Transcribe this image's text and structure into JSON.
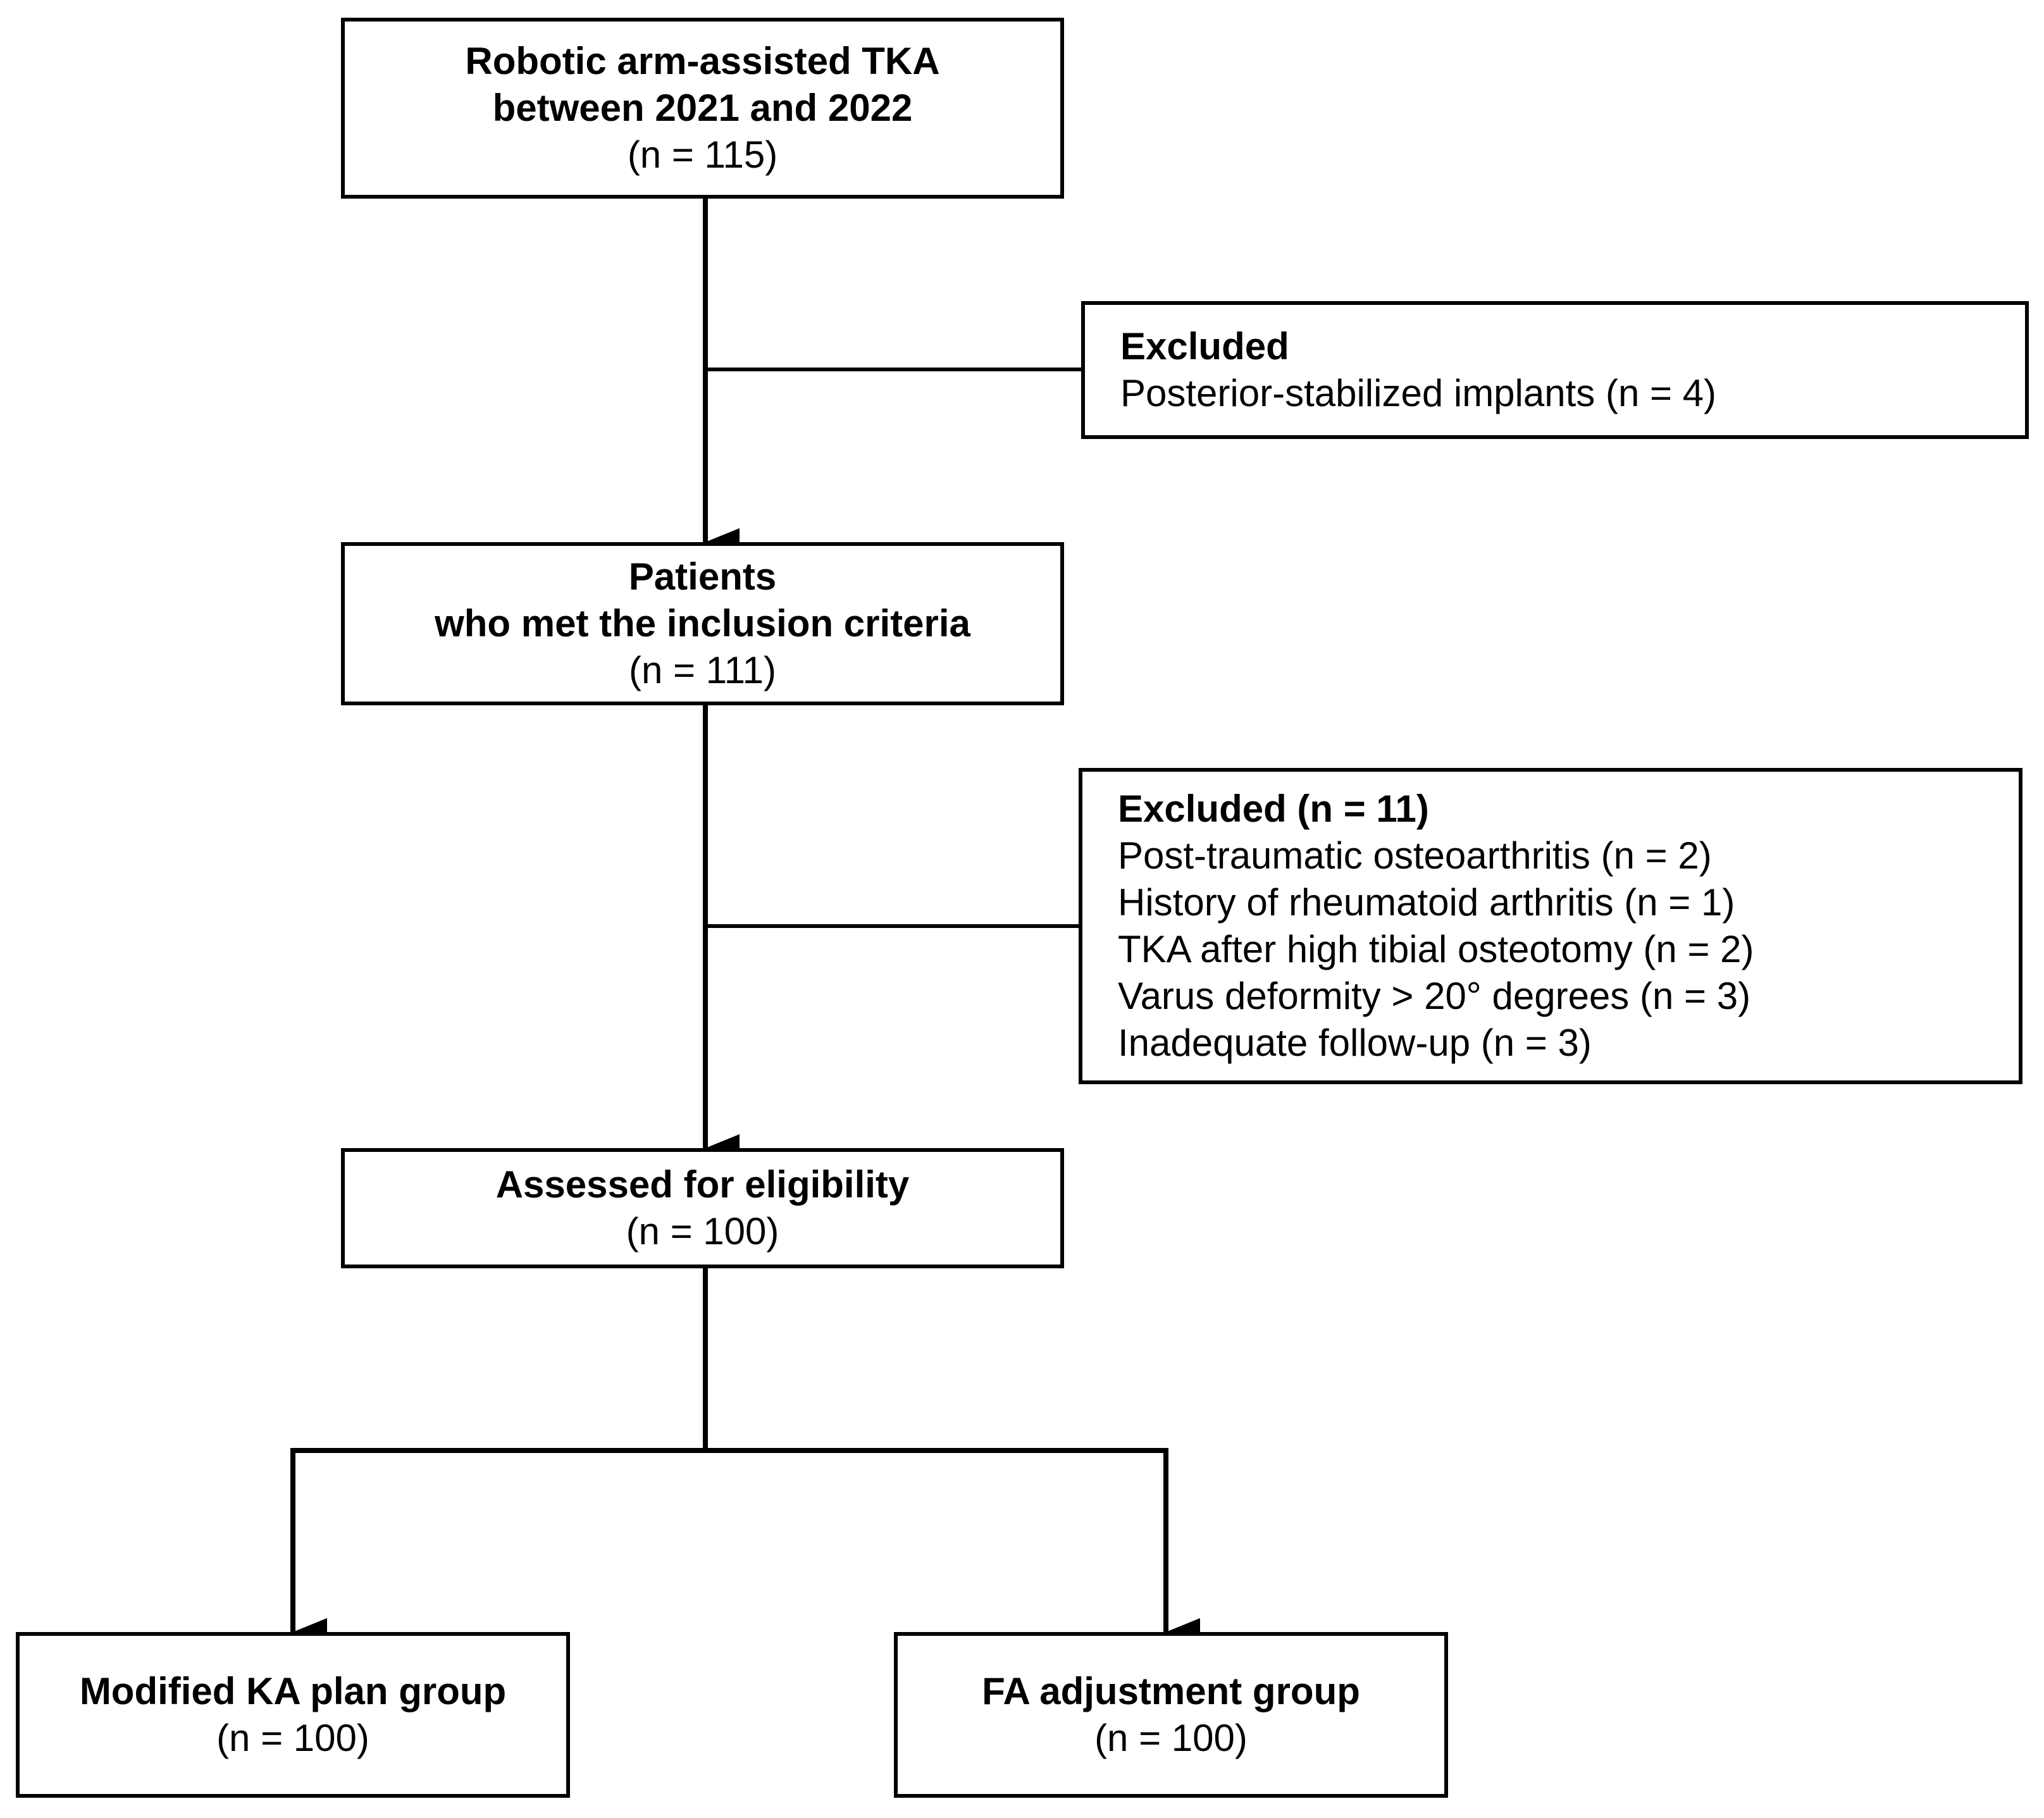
{
  "boxes": {
    "start": {
      "line1": "Robotic arm-assisted TKA",
      "line2": "between 2021 and 2022",
      "count": "(n = 115)"
    },
    "exclusion1": {
      "title": "Excluded",
      "items": [
        "Posterior-stabilized implants (n = 4)"
      ]
    },
    "included": {
      "line1": "Patients",
      "line2": "who met the inclusion criteria",
      "count": "(n = 111)"
    },
    "exclusion2": {
      "title": "Excluded (n = 11)",
      "items": [
        "Post-traumatic osteoarthritis (n = 2)",
        "History of rheumatoid arthritis (n = 1)",
        "TKA after high tibial osteotomy (n = 2)",
        "Varus deformity > 20° degrees (n = 3)",
        "Inadequate follow-up (n = 3)"
      ]
    },
    "assessed": {
      "line1": "Assessed for eligibility",
      "count": "(n = 100)"
    },
    "group_ka": {
      "line1": "Modified KA plan group",
      "count": "(n = 100)"
    },
    "group_fa": {
      "line1": "FA adjustment group",
      "count": "(n = 100)"
    }
  }
}
